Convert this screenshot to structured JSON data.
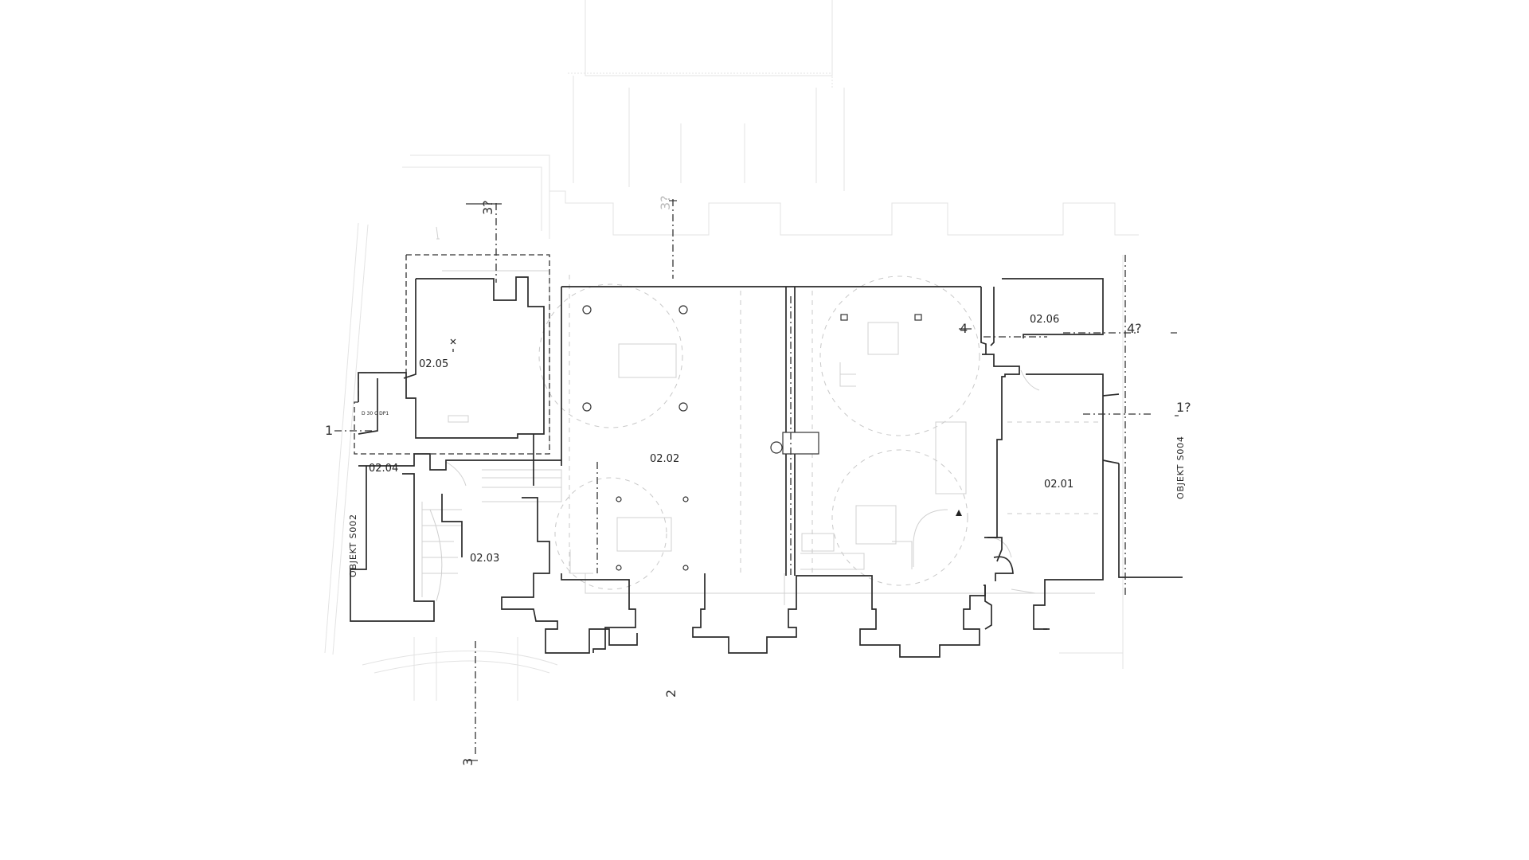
{
  "rooms": {
    "r0201": "02.01",
    "r0202": "02.02",
    "r0203": "02.03",
    "r0204": "02.04",
    "r0205": "02.05",
    "r0206": "02.06"
  },
  "objects": {
    "left": "OBJEKT S002",
    "right": "OBJEKT S004"
  },
  "sections": {
    "s1": "1",
    "s1q": "1?",
    "s2": "2",
    "s3": "3",
    "s3q_left": "3?",
    "s3q_mid": "3?",
    "s4": "4",
    "s4q": "4?"
  },
  "notes": {
    "small_note": "D 30 C DP1"
  }
}
